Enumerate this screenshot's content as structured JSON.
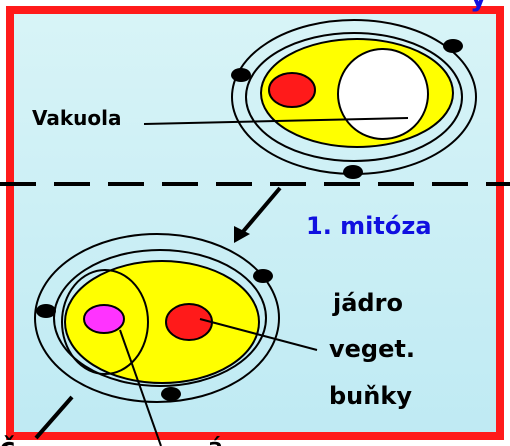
{
  "labels": {
    "vakuola": "Vakuola",
    "mitoza": "1. mitóza",
    "jadro_line1": "jádro",
    "jadro_line2": "veget.",
    "jadro_line3": "buňky"
  },
  "colors": {
    "frame": "#ff1a1a",
    "background_top": "#d6f3f6",
    "background_bottom": "#c2ecf4",
    "cytoplasm": "#ffff00",
    "nucleus": "#ff1a1a",
    "vacuole": "#ffffff",
    "generative_cell": "#ff33ff",
    "heading_text": "#1010e0",
    "label_text": "#000000",
    "dashed_line": "#000000"
  }
}
